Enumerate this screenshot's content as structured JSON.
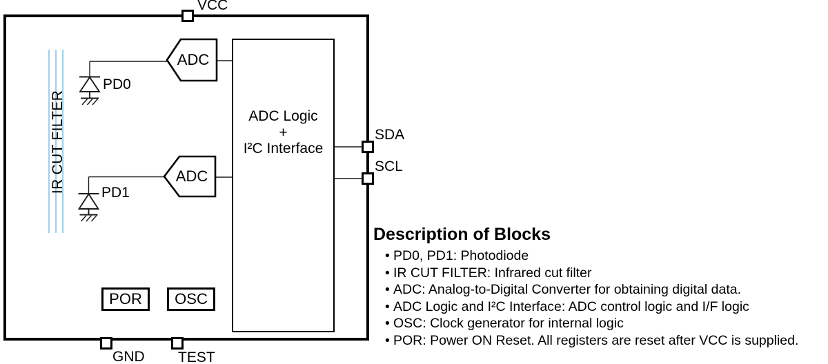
{
  "pins": {
    "vcc": "VCC",
    "gnd": "GND",
    "test": "TEST",
    "sda": "SDA",
    "scl": "SCL"
  },
  "blocks": {
    "adc1": "ADC",
    "adc2": "ADC",
    "adc_logic": {
      "line1": "ADC Logic",
      "line2": "+",
      "line3": "I²C Interface"
    },
    "por": "POR",
    "osc": "OSC"
  },
  "photodiodes": {
    "pd0": "PD0",
    "pd1": "PD1"
  },
  "filter_label": "IR CUT FILTER",
  "colors": {
    "filter_line": "#a5d2e5",
    "outline": "#000000",
    "wire": "#1c1c1c"
  },
  "description": {
    "title": "Description of Blocks",
    "bullet": "•",
    "items": [
      "PD0, PD1: Photodiode",
      "IR CUT FILTER: Infrared cut filter",
      "ADC: Analog-to-Digital Converter for obtaining digital data.",
      "ADC Logic and I²C Interface: ADC control logic and I/F logic",
      "OSC: Clock generator for internal logic",
      "POR: Power ON Reset. All registers are reset after VCC is supplied."
    ]
  }
}
